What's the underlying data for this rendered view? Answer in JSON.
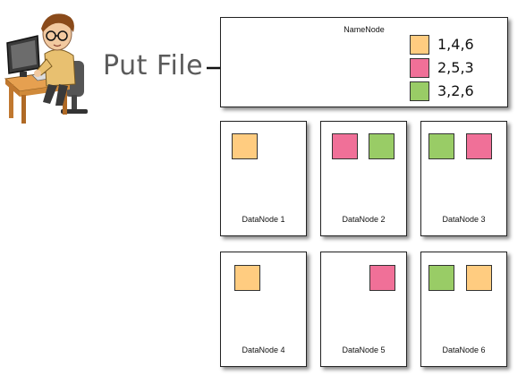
{
  "put_file_label": "Put File",
  "colors": {
    "orange": "#ffcc80",
    "pink": "#f07098",
    "green": "#99cc66"
  },
  "namenode": {
    "title": "NameNode",
    "legend": [
      {
        "color": "orange",
        "blocks": "1,4,6"
      },
      {
        "color": "pink",
        "blocks": "2,5,3"
      },
      {
        "color": "green",
        "blocks": "3,2,6"
      }
    ]
  },
  "datanodes": [
    {
      "label": "DataNode 1",
      "blocks": [
        "orange"
      ]
    },
    {
      "label": "DataNode 2",
      "blocks": [
        "pink",
        "green"
      ]
    },
    {
      "label": "DataNode 3",
      "blocks": [
        "green",
        "pink"
      ]
    },
    {
      "label": "DataNode 4",
      "blocks": [
        "orange"
      ]
    },
    {
      "label": "DataNode 5",
      "blocks": [
        "pink"
      ]
    },
    {
      "label": "DataNode 6",
      "blocks": [
        "green",
        "orange"
      ]
    }
  ],
  "icons": {
    "user": "user-at-computer-icon",
    "arrow": "right-arrow-icon"
  }
}
